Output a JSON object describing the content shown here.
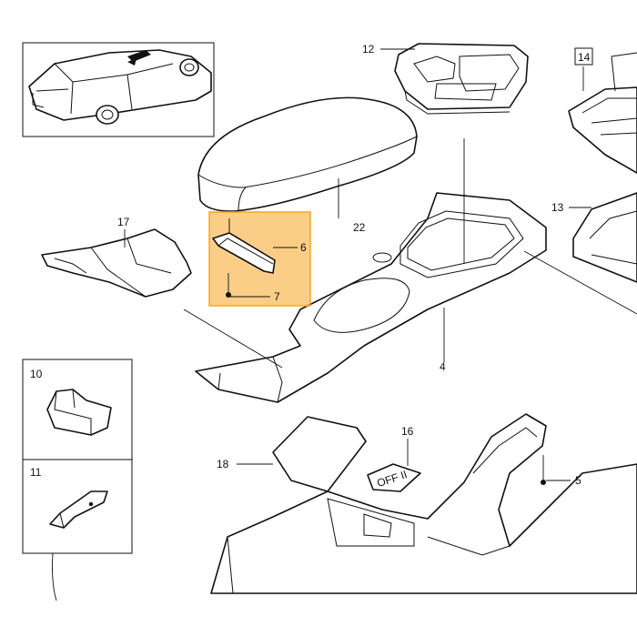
{
  "diagram": {
    "highlight_color": "#f5a623",
    "callouts": [
      {
        "id": "callout-12",
        "text": "12"
      },
      {
        "id": "callout-14",
        "text": "14"
      },
      {
        "id": "callout-13",
        "text": "13"
      },
      {
        "id": "callout-17",
        "text": "17"
      },
      {
        "id": "callout-22",
        "text": "22"
      },
      {
        "id": "callout-6",
        "text": "6"
      },
      {
        "id": "callout-7",
        "text": "7"
      },
      {
        "id": "callout-4",
        "text": "4"
      },
      {
        "id": "callout-10",
        "text": "10"
      },
      {
        "id": "callout-11",
        "text": "11"
      },
      {
        "id": "callout-16",
        "text": "16"
      },
      {
        "id": "callout-18",
        "text": "18"
      },
      {
        "id": "callout-5",
        "text": "5"
      }
    ],
    "ashtray_lid_text": "OFF II"
  }
}
